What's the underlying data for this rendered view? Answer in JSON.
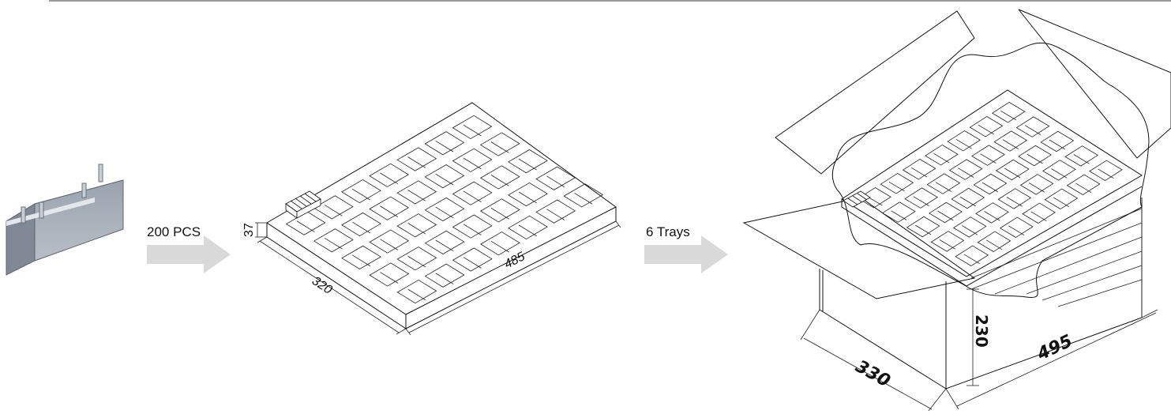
{
  "steps": [
    {
      "label": "200 PCS"
    },
    {
      "label": "6 Trays"
    }
  ],
  "tray": {
    "height_dim": "37",
    "width_dim": "320",
    "length_dim": "485"
  },
  "box": {
    "height_dim": "230",
    "width_dim": "330",
    "length_dim": "495"
  },
  "colors": {
    "arrow": "#d9d9d9",
    "component": "#a9b1ba",
    "line": "#111111"
  }
}
